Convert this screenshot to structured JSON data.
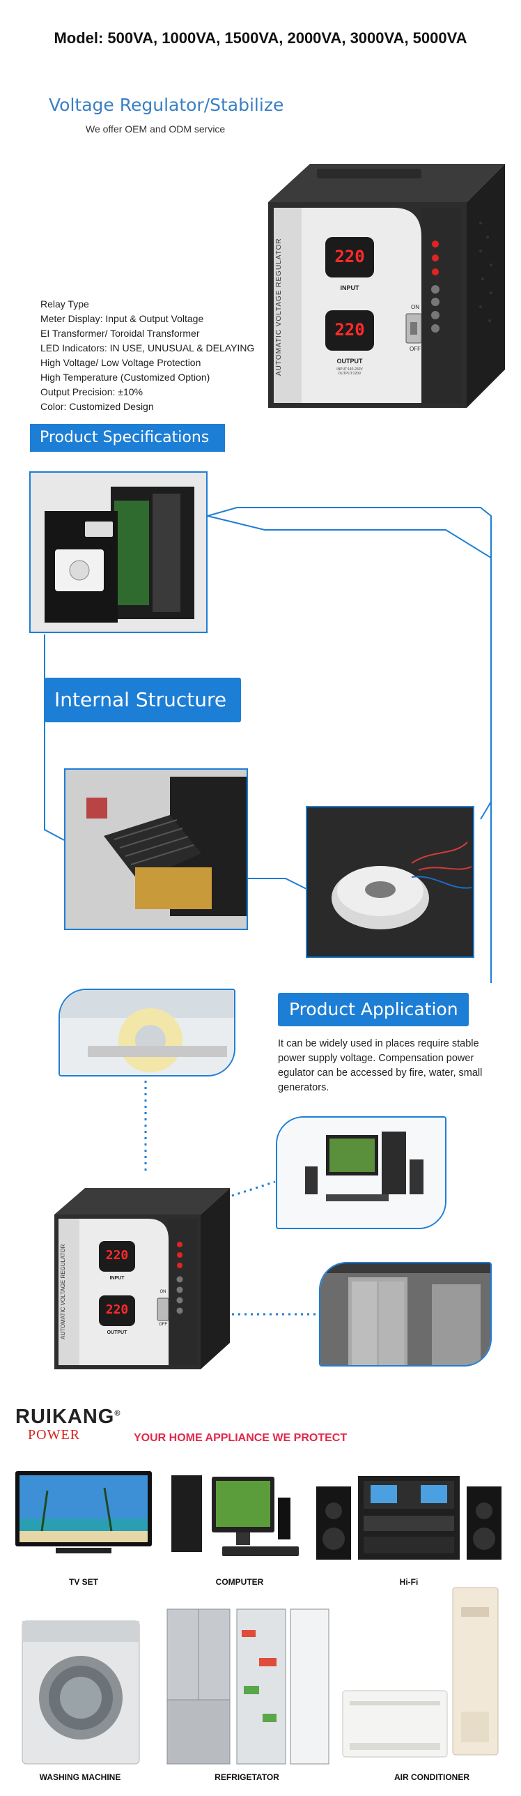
{
  "header": {
    "model_line": "Model: 500VA, 1000VA, 1500VA, 2000VA, 3000VA, 5000VA"
  },
  "hero": {
    "title": "Voltage Regulator/Stabilize",
    "subtitle": "We offer OEM and ODM service",
    "specs": [
      "Relay Type",
      "Meter Display: Input & Output Voltage",
      "EI Transformer/ Toroidal Transformer",
      "LED Indicators: IN USE, UNUSUAL & DELAYING",
      "High Voltage/ Low Voltage Protection",
      "High Temperature (Customized Option)",
      "Output Precision: ±10%",
      "Color: Customized Design"
    ],
    "device": {
      "side_label": "AUTOMATIC VOLTAGE REGULATOR",
      "display_value": "220",
      "input_label": "INPUT",
      "output_label": "OUTPUT",
      "on_label": "ON",
      "off_label": "OFF",
      "rating_text": "INPUT:140-260V OUTPUT:220V"
    }
  },
  "specifications": {
    "label": "Product Specifications"
  },
  "internal": {
    "label": "Internal Structure"
  },
  "application": {
    "label": "Product Application",
    "description": "It can be widely used in places require stable power supply voltage. Compensation power egulator can be accessed by fire, water, small generators."
  },
  "brand": {
    "name": "RUIKANG",
    "registered": "®",
    "power": "POWER",
    "slogan": "YOUR HOME APPLIANCE WE PROTECT"
  },
  "appliances": [
    {
      "label": "TV SET"
    },
    {
      "label": "COMPUTER"
    },
    {
      "label": "Hi-Fi"
    },
    {
      "label": "WASHING MACHINE"
    },
    {
      "label": "REFRIGETATOR"
    },
    {
      "label": "AIR CONDITIONER"
    }
  ],
  "colors": {
    "accent_blue": "#1d7ed6",
    "title_blue": "#3a7fc4",
    "slogan_red": "#e0294a",
    "display_red": "#ff2a2a"
  }
}
